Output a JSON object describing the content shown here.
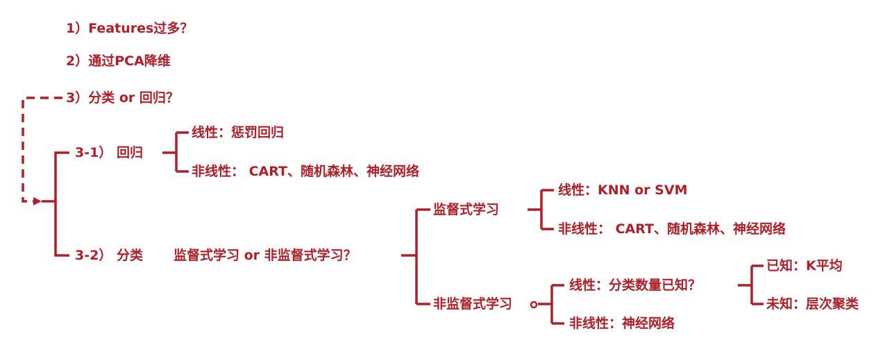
{
  "colors": {
    "accent": "#b01e28",
    "background": "#ffffff"
  },
  "steps": {
    "step1": "1）Features过多？",
    "step2": "2）通过PCA降维",
    "step3": "3）分类 or 回归？"
  },
  "regression": {
    "label": "3-1） 回归",
    "linear": "线性：惩罚回归",
    "nonlinear": "非线性： CART、随机森林、神经网络"
  },
  "classification": {
    "label": "3-2） 分类",
    "question": "监督式学习 or 非监督式学习？",
    "supervised": {
      "label": "监督式学习",
      "linear": "线性：KNN or SVM",
      "nonlinear": "非线性： CART、随机森林、神经网络"
    },
    "unsupervised": {
      "label": "非监督式学习",
      "linear": "线性：分类数量已知？",
      "nonlinear": "非线性：神经网络",
      "known": "已知：K平均",
      "unknown": "未知：层次聚类"
    }
  }
}
